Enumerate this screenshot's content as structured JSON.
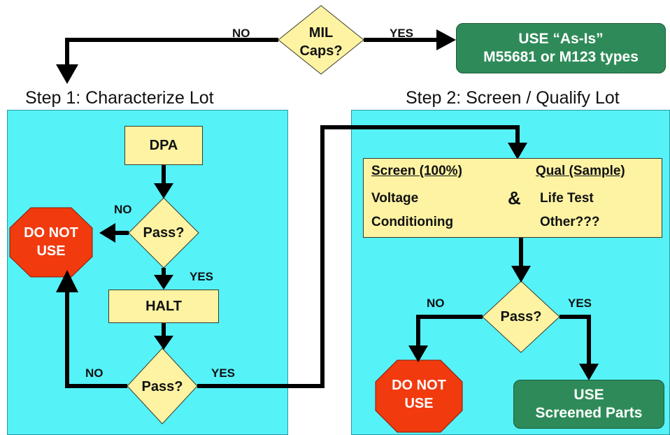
{
  "top": {
    "decision": {
      "line1": "MIL",
      "line2": "Caps?"
    },
    "no_label": "NO",
    "yes_label": "YES",
    "use_as_is": {
      "line1": "USE “As-Is”",
      "line2": "M55681 or M123 types"
    }
  },
  "step1": {
    "title": "Step 1:  Characterize Lot",
    "dpa": "DPA",
    "pass1": "Pass?",
    "no1": "NO",
    "yes1": "YES",
    "do_not_use": {
      "line1": "DO NOT",
      "line2": "USE"
    },
    "halt": "HALT",
    "pass2": "Pass?",
    "no2": "NO",
    "yes2": "YES"
  },
  "step2": {
    "title": "Step 2:  Screen / Qualify Lot",
    "screen_header": "Screen (100%)",
    "qual_header": "Qual (Sample)",
    "ampersand": "&",
    "screen_line1": "Voltage",
    "screen_line2": "Conditioning",
    "qual_line1": "Life Test",
    "qual_line2": "Other???",
    "pass": "Pass?",
    "no": "NO",
    "yes": "YES",
    "do_not_use": {
      "line1": "DO NOT",
      "line2": "USE"
    },
    "use_screened": {
      "line1": "USE",
      "line2": "Screened Parts"
    }
  },
  "colors": {
    "panel": "#55f2f8",
    "box": "#fdf3a2",
    "green": "#2e8b59",
    "stop": "#f23a0f"
  }
}
